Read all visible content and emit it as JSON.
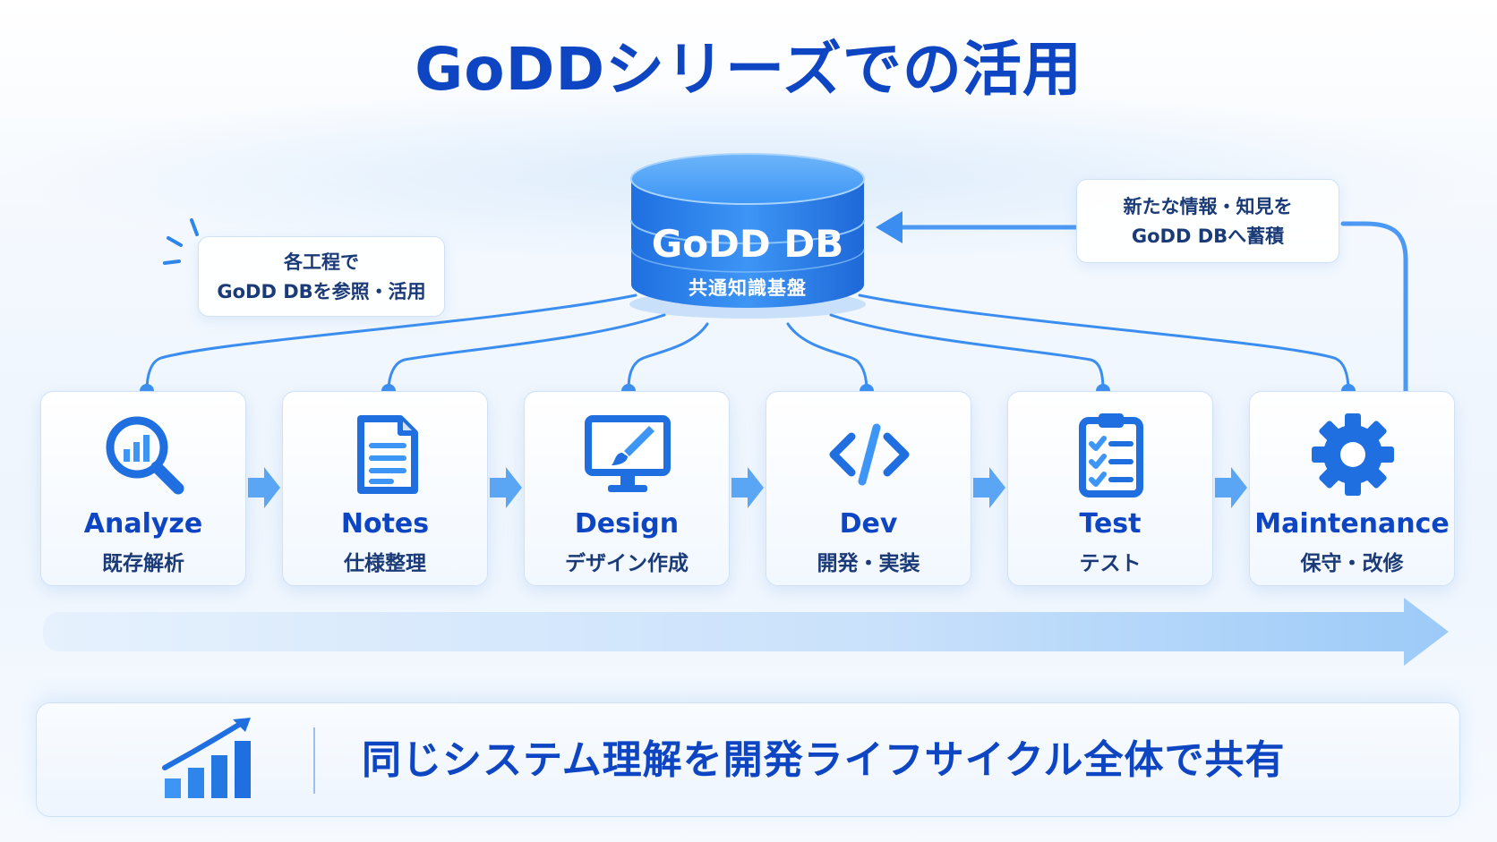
{
  "title": "GoDDシリーズでの活用",
  "database": {
    "name": "GoDD DB",
    "subtitle": "共通知識基盤"
  },
  "callouts": {
    "reference": [
      "各工程で",
      "GoDD DBを参照・活用"
    ],
    "accumulate": [
      "新たな情報・知見を",
      "GoDD DBへ蓄積"
    ]
  },
  "stages": [
    {
      "en": "Analyze",
      "jp": "既存解析",
      "icon": "magnifier-chart-icon"
    },
    {
      "en": "Notes",
      "jp": "仕様整理",
      "icon": "document-icon"
    },
    {
      "en": "Design",
      "jp": "デザイン作成",
      "icon": "monitor-brush-icon"
    },
    {
      "en": "Dev",
      "jp": "開発・実装",
      "icon": "code-icon"
    },
    {
      "en": "Test",
      "jp": "テスト",
      "icon": "checklist-icon"
    },
    {
      "en": "Maintenance",
      "jp": "保守・改修",
      "icon": "gear-icon"
    }
  ],
  "banner": {
    "text": "同じシステム理解を開発ライフサイクル全体で共有",
    "icon": "growth-chart-icon"
  },
  "colors": {
    "primary": "#0d45c2",
    "accent": "#2f86ea",
    "connector": "#3b8ef0",
    "card_border": "#cfe1f7"
  }
}
